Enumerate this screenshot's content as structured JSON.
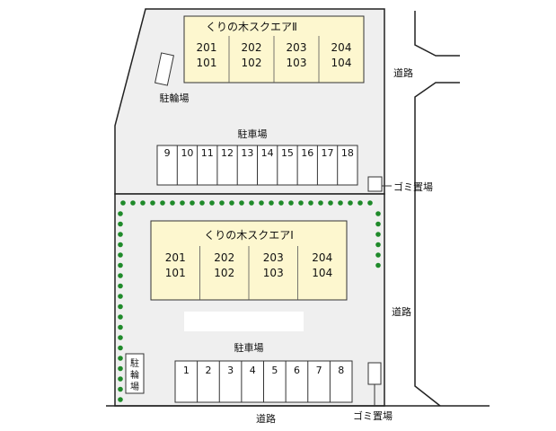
{
  "colors": {
    "site_fill": "#efefef",
    "building_fill": "#fdf7cf",
    "hedge_dot": "#1f8a2a",
    "line": "#222222"
  },
  "building_north": {
    "name": "くりの木スクエアⅡ",
    "units_top": [
      "201",
      "202",
      "203",
      "204"
    ],
    "units_bottom": [
      "101",
      "102",
      "103",
      "104"
    ]
  },
  "building_south": {
    "name": "くりの木スクエアⅠ",
    "units_top": [
      "201",
      "202",
      "203",
      "204"
    ],
    "units_bottom": [
      "101",
      "102",
      "103",
      "104"
    ]
  },
  "parking_north": {
    "label": "駐車場",
    "stalls": [
      "9",
      "10",
      "11",
      "12",
      "13",
      "14",
      "15",
      "16",
      "17",
      "18"
    ]
  },
  "parking_south": {
    "label": "駐車場",
    "stalls": [
      "1",
      "2",
      "3",
      "4",
      "5",
      "6",
      "7",
      "8"
    ]
  },
  "bike_north": {
    "label": "駐輪場"
  },
  "bike_south": {
    "chars": [
      "駐",
      "輪",
      "場"
    ]
  },
  "garbage_east": {
    "label": "ゴミ置場"
  },
  "garbage_south": {
    "label": "ゴミ置場"
  },
  "road_east_top": {
    "label": "道路"
  },
  "road_east_mid": {
    "label": "道路"
  },
  "road_south": {
    "label": "道路"
  }
}
